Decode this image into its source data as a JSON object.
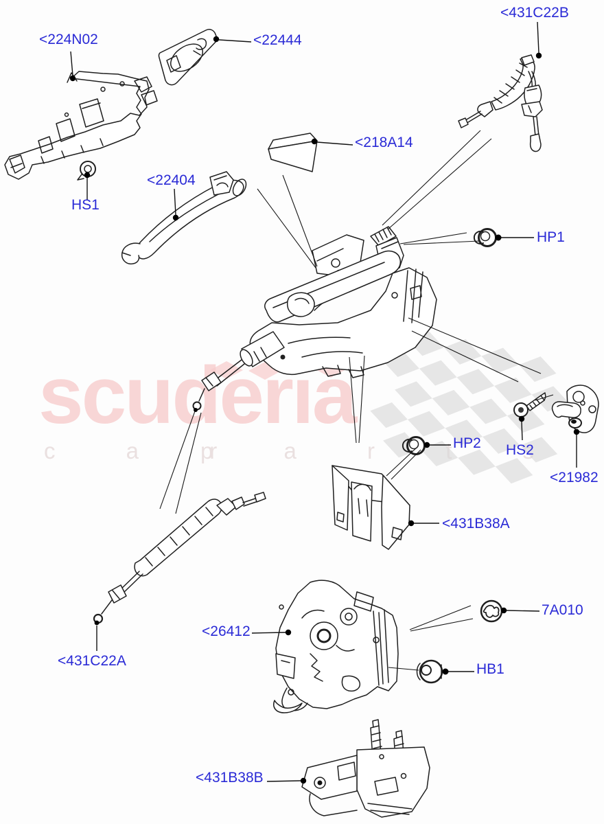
{
  "watermark": {
    "brand": "scuderia",
    "tagline_left": "c a r",
    "tagline_right": "p a r t s",
    "brand_color": "#f8d6d6",
    "tagline_color": "#eae0e0",
    "flag_gray": "#d9d9d9",
    "flag_pink": "#f6caca"
  },
  "label_color": "#2a2ad6",
  "labels": [
    {
      "part": "224N02",
      "text": "<224N02"
    },
    {
      "part": "22444",
      "text": "<22444"
    },
    {
      "part": "431C22B",
      "text": "<431C22B"
    },
    {
      "part": "218A14",
      "text": "<218A14"
    },
    {
      "part": "22404",
      "text": "<22404"
    },
    {
      "part": "HS1",
      "text": "HS1"
    },
    {
      "part": "HP1",
      "text": "HP1"
    },
    {
      "part": "HP2",
      "text": "HP2"
    },
    {
      "part": "HS2",
      "text": "HS2"
    },
    {
      "part": "21982",
      "text": "<21982"
    },
    {
      "part": "431B38A",
      "text": "<431B38A"
    },
    {
      "part": "26412",
      "text": "<26412"
    },
    {
      "part": "7A010",
      "text": "7A010"
    },
    {
      "part": "HB1",
      "text": "HB1"
    },
    {
      "part": "431C22A",
      "text": "<431C22A"
    },
    {
      "part": "431B38B",
      "text": "<431B38B"
    }
  ]
}
